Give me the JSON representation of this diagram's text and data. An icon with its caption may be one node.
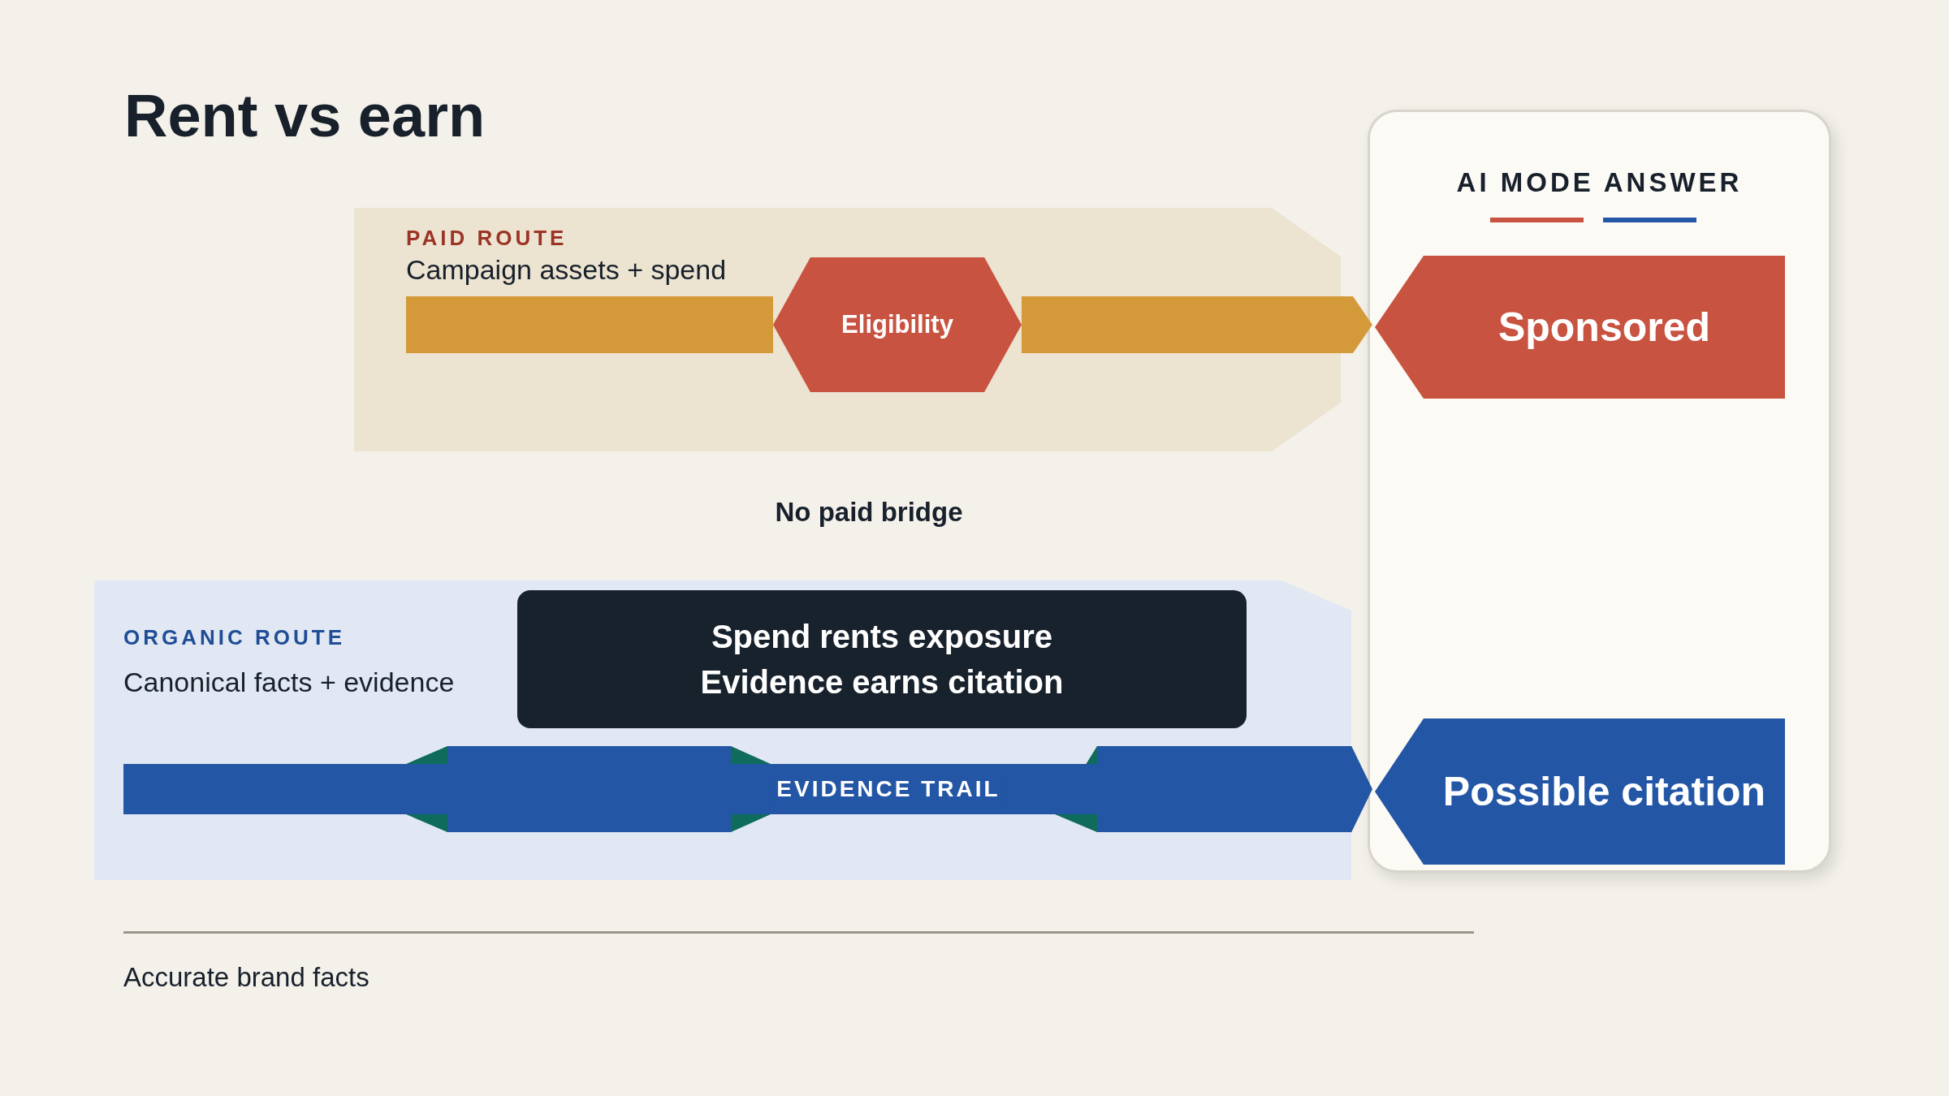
{
  "diagram": {
    "title": "Rent vs earn",
    "nodes": [
      {
        "text": [
          "PAID ROUTE",
          "Campaign assets + spend"
        ]
      },
      {
        "text": [
          "Eligibility"
        ],
        "in": 0
      },
      {
        "text": [
          "AI MODE ANSWER"
        ]
      },
      {
        "text": [
          "Sponsored"
        ],
        "in": 2
      },
      {
        "text": [
          "ORGANIC ROUTE",
          "Canonical facts + evidence"
        ]
      },
      {
        "text": [
          "Spend rents exposure Evidence earns citation"
        ],
        "in": 4
      },
      {
        "text": [
          "Possible citation"
        ],
        "in": 2
      }
    ],
    "edges": [
      {
        "from": null,
        "to": 1,
        "arrow": "none"
      },
      {
        "from": 1,
        "to": 3,
        "arrow": "to"
      },
      {
        "from": null,
        "to": 6,
        "arrow": "to",
        "label": "EVIDENCE TRAIL",
        "color": "#2456a6"
      }
    ],
    "labels": [
      "No paid bridge",
      "Accurate brand facts"
    ]
  }
}
